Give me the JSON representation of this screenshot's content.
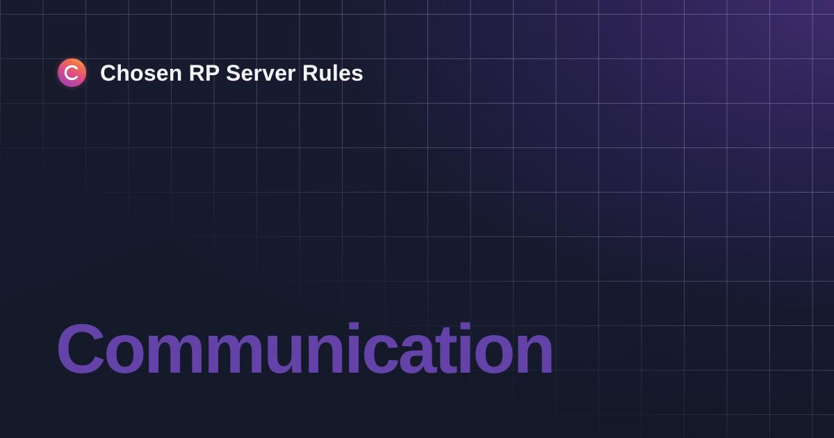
{
  "header": {
    "logo_icon": "gradient-circle-c-logo",
    "logo_letter": "C",
    "site_name": "Chosen RP Server Rules"
  },
  "main": {
    "page_title": "Communication"
  },
  "colors": {
    "background": "#131827",
    "background_glow": "#3a2a6a",
    "title": "#6443a8",
    "site_name": "#f4f4f8",
    "grid_line": "#9691b9",
    "logo_gradient": [
      "#f8c24e",
      "#f0704f",
      "#dc4a8c",
      "#8b3fb8"
    ]
  }
}
